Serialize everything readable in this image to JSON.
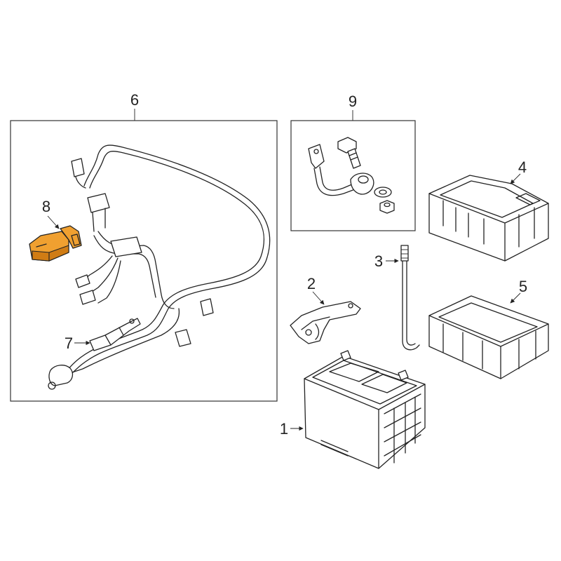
{
  "callouts": {
    "c1": "1",
    "c2": "2",
    "c3": "3",
    "c4": "4",
    "c5": "5",
    "c6": "6",
    "c7": "7",
    "c8": "8",
    "c9": "9"
  },
  "highlight_color": "#f0a030"
}
